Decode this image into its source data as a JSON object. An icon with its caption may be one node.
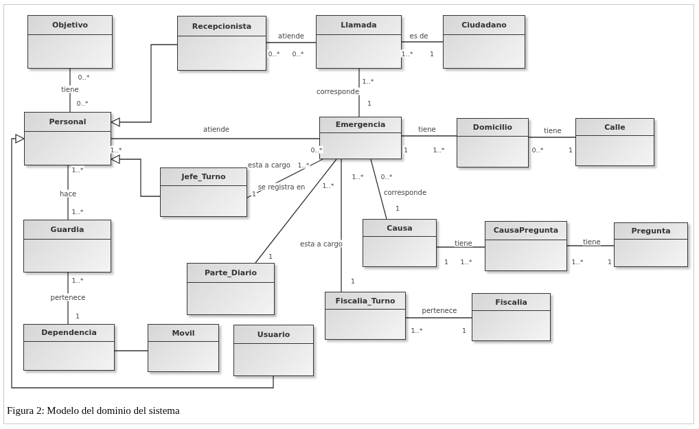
{
  "diagram": {
    "caption": "Figura 2: Modelo del dominio del sistema",
    "nodes": [
      {
        "text": [
          "Objetivo"
        ]
      },
      {
        "text": [
          "Recepcionista"
        ]
      },
      {
        "text": [
          "Llamada"
        ]
      },
      {
        "text": [
          "Ciudadano"
        ]
      },
      {
        "text": [
          "Personal"
        ]
      },
      {
        "text": [
          "Emergencia"
        ]
      },
      {
        "text": [
          "Domicilio"
        ]
      },
      {
        "text": [
          "Calle"
        ]
      },
      {
        "text": [
          "Jefe_Turno"
        ]
      },
      {
        "text": [
          "Guardia"
        ]
      },
      {
        "text": [
          "Causa"
        ]
      },
      {
        "text": [
          "CausaPregunta"
        ]
      },
      {
        "text": [
          "Pregunta"
        ]
      },
      {
        "text": [
          "Parte_Diario"
        ]
      },
      {
        "text": [
          "Fiscalia_Turno"
        ]
      },
      {
        "text": [
          "Fiscalia"
        ]
      },
      {
        "text": [
          "Dependencia"
        ]
      },
      {
        "text": [
          "Movil"
        ]
      },
      {
        "text": [
          "Usuario"
        ]
      }
    ],
    "edges": [
      {
        "from": 0,
        "to": 4,
        "arrow": "none",
        "label": "tiene"
      },
      {
        "from": 1,
        "to": 4,
        "arrow": "to"
      },
      {
        "from": 1,
        "to": 2,
        "arrow": "none",
        "label": "atiende"
      },
      {
        "from": 2,
        "to": 3,
        "arrow": "none",
        "label": "es de"
      },
      {
        "from": 2,
        "to": 5,
        "arrow": "none",
        "label": "corresponde"
      },
      {
        "from": 4,
        "to": 5,
        "arrow": "none",
        "label": "atiende"
      },
      {
        "from": 8,
        "to": 4,
        "arrow": "to"
      },
      {
        "from": 18,
        "to": 4,
        "arrow": "to"
      },
      {
        "from": 5,
        "to": 6,
        "arrow": "none",
        "label": "tiene"
      },
      {
        "from": 6,
        "to": 7,
        "arrow": "none",
        "label": "tiene"
      },
      {
        "from": 8,
        "to": 5,
        "arrow": "none",
        "label": "esta a cargo"
      },
      {
        "from": 5,
        "to": 13,
        "arrow": "none",
        "label": "se registra en"
      },
      {
        "from": 4,
        "to": 9,
        "arrow": "none",
        "label": "hace"
      },
      {
        "from": 5,
        "to": 14,
        "arrow": "none",
        "label": "esta a cargo"
      },
      {
        "from": 5,
        "to": 10,
        "arrow": "none",
        "label": "corresponde"
      },
      {
        "from": 10,
        "to": 11,
        "arrow": "none",
        "label": "tiene"
      },
      {
        "from": 11,
        "to": 12,
        "arrow": "none",
        "label": "tiene"
      },
      {
        "from": 9,
        "to": 16,
        "arrow": "none",
        "label": "pertenece"
      },
      {
        "from": 14,
        "to": 15,
        "arrow": "none",
        "label": "pertenece"
      },
      {
        "from": 16,
        "to": 17,
        "arrow": "none"
      }
    ],
    "labels": [
      "0..*",
      "0..*",
      "1..*",
      "1",
      "0..*",
      "1..*",
      "0..*",
      "1",
      "1..*",
      "0..*",
      "1",
      "1..*",
      "0..*",
      "1",
      "1..*",
      "1..*",
      "1..*",
      "0..*",
      "1..*",
      "1",
      "1",
      "1..*",
      "1",
      "1",
      "1..*",
      "1..*",
      "1",
      "1..*",
      "1",
      "1",
      "1..*",
      "1"
    ]
  }
}
